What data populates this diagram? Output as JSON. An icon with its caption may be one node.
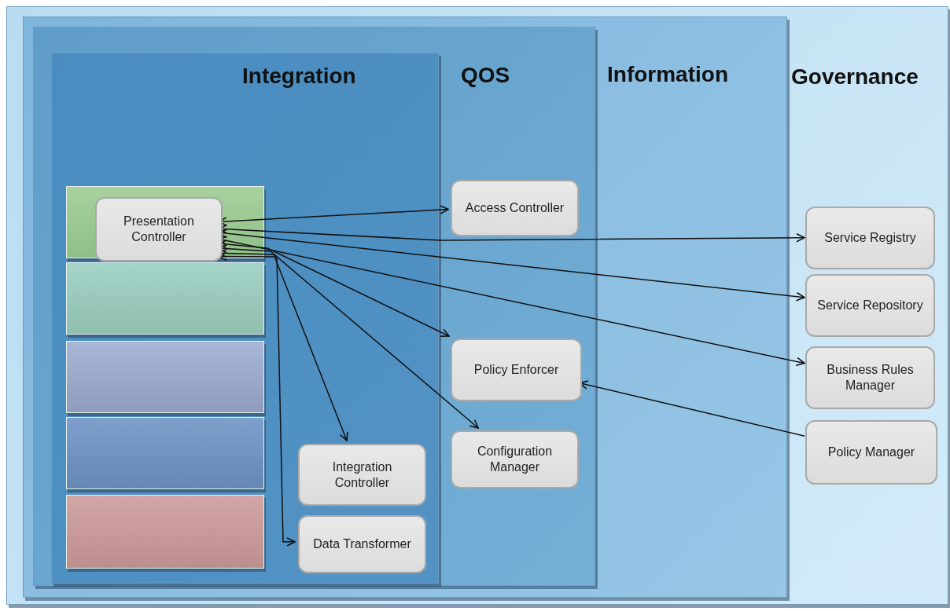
{
  "diagram": {
    "nodes": [
      {
        "text": [
          "Governance"
        ]
      },
      {
        "text": [
          "Information"
        ],
        "in": 0
      },
      {
        "text": [
          "QOS"
        ],
        "in": 1
      },
      {
        "text": [
          "Integration"
        ],
        "in": 2
      },
      {
        "text": [],
        "shape": "bar",
        "in": 3
      },
      {
        "text": [],
        "shape": "bar",
        "in": 3
      },
      {
        "text": [],
        "shape": "bar",
        "in": 3
      },
      {
        "text": [],
        "shape": "bar",
        "in": 3
      },
      {
        "text": [],
        "shape": "bar",
        "in": 3
      },
      {
        "text": [
          "Presentation Controller"
        ],
        "in": 4
      },
      {
        "text": [
          "Integration Controller"
        ],
        "in": 3
      },
      {
        "text": [
          "Data Transformer"
        ],
        "in": 3
      },
      {
        "text": [
          "Access Controller"
        ],
        "in": 2
      },
      {
        "text": [
          "Policy Enforcer"
        ],
        "in": 2
      },
      {
        "text": [
          "Configuration Manager"
        ],
        "in": 2
      },
      {
        "text": [
          "Service Registry"
        ],
        "in": 0
      },
      {
        "text": [
          "Service Repository"
        ],
        "in": 0
      },
      {
        "text": [
          "Business Rules Manager"
        ],
        "in": 0
      },
      {
        "text": [
          "Policy Manager"
        ],
        "in": 0
      }
    ],
    "edges": [
      {
        "from": 9,
        "to": 12,
        "arrow": "both"
      },
      {
        "from": 9,
        "to": 15,
        "arrow": "both"
      },
      {
        "from": 9,
        "to": 16,
        "arrow": "both"
      },
      {
        "from": 9,
        "to": 17,
        "arrow": "both"
      },
      {
        "from": 9,
        "to": 13,
        "arrow": "both"
      },
      {
        "from": 9,
        "to": 14,
        "arrow": "both"
      },
      {
        "from": 9,
        "to": 10,
        "arrow": "both"
      },
      {
        "from": 9,
        "to": 11,
        "arrow": "both"
      },
      {
        "from": 18,
        "to": 13,
        "arrow": "to"
      }
    ]
  }
}
